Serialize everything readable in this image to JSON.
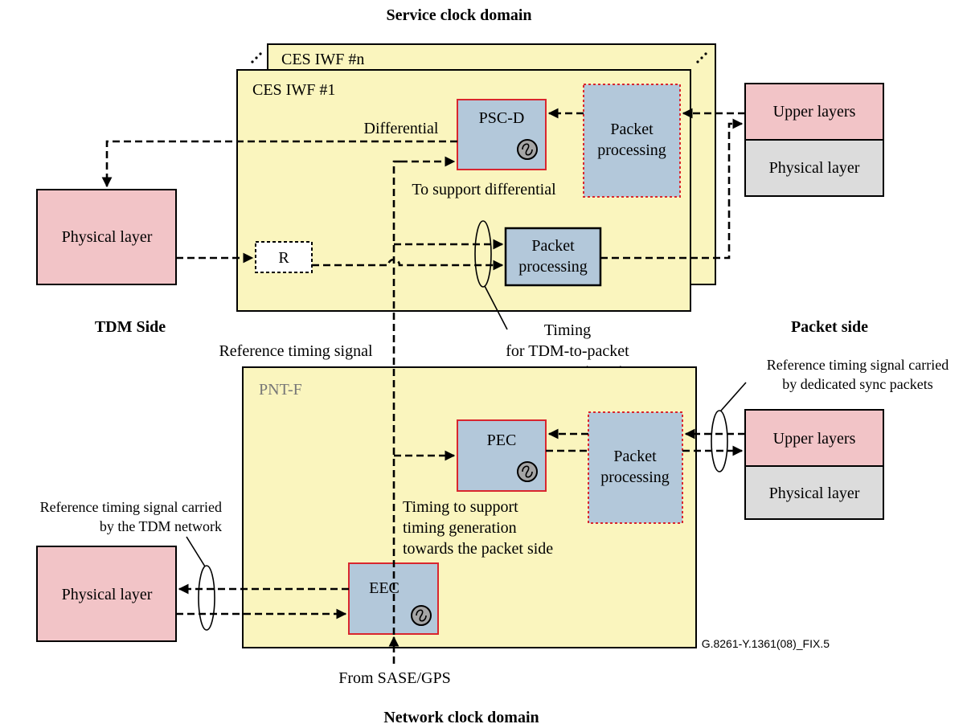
{
  "title_service": "Service clock domain",
  "title_network": "Network clock domain",
  "ces_back_label": "CES IWF #n",
  "ces_front_label": "CES IWF #1",
  "differential": "Differential",
  "pscd": "PSC-D",
  "packet_processing_l1": "Packet",
  "packet_processing_l2": "processing",
  "to_support_differential": "To support differential",
  "physical_layer": "Physical layer",
  "upper_layers": "Upper layers",
  "r_label": "R",
  "tdm_side": "TDM Side",
  "packet_side": "Packet side",
  "reference_timing_signal": "Reference timing signal",
  "timing_note": [
    "Timing",
    "for TDM-to-packet",
    "processing (Note)"
  ],
  "ref_sync_packets": [
    "Reference timing signal carried",
    "by dedicated sync packets"
  ],
  "pntf": "PNT-F",
  "pec": "PEC",
  "timing_support": [
    "Timing to support",
    "timing generation",
    "towards the packet side"
  ],
  "ref_tdm_network": [
    "Reference timing signal carried",
    "by the TDM network"
  ],
  "eec": "EEC",
  "from_sase": "From SASE/GPS",
  "figure_id": "G.8261-Y.1361(08)_FIX.5",
  "colors": {
    "domain_fill": "#faf5be",
    "block_blue": "#b3c8da",
    "physical_pink": "#f2c4c7",
    "physical_gray": "#dcdcdc",
    "red_border": "#d9262e",
    "oscillator": "#a5a5a5",
    "pntf_text": "#777777"
  }
}
